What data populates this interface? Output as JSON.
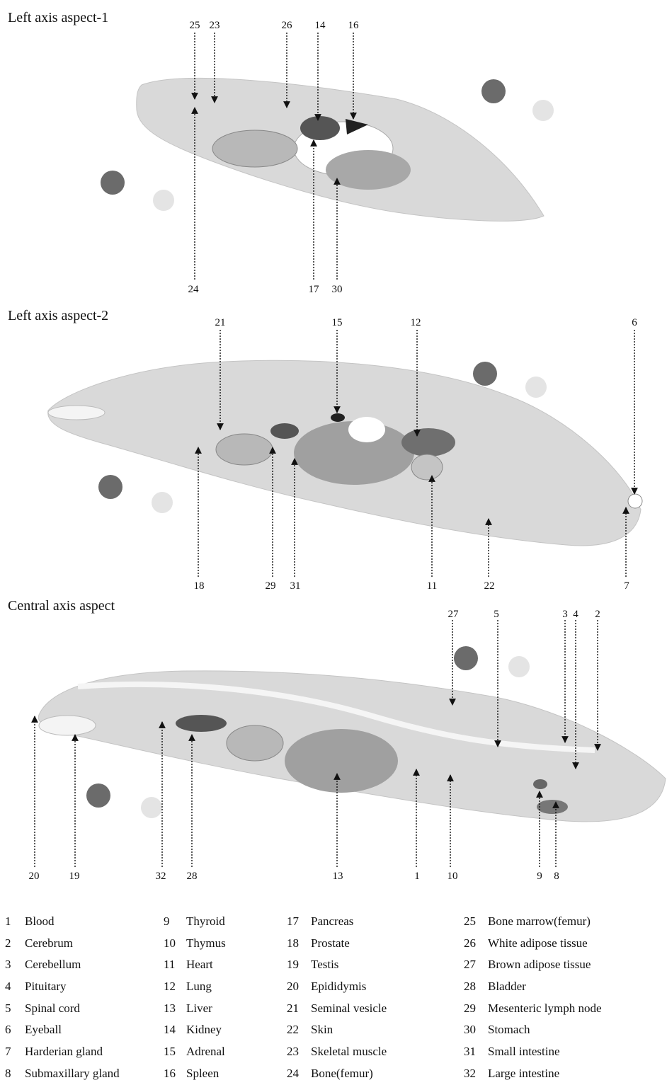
{
  "panels": [
    {
      "title": "Left axis aspect-1",
      "top_labels": [
        "25",
        "23",
        "26",
        "14",
        "16"
      ],
      "bottom_labels": [
        "24",
        "17",
        "30"
      ]
    },
    {
      "title": "Left axis aspect-2",
      "top_labels": [
        "21",
        "15",
        "12",
        "6"
      ],
      "bottom_labels": [
        "18",
        "29",
        "31",
        "11",
        "22",
        "7"
      ]
    },
    {
      "title": "Central axis aspect",
      "top_labels": [
        "27",
        "5",
        "3",
        "4",
        "2"
      ],
      "bottom_labels": [
        "20",
        "19",
        "32",
        "28",
        "13",
        "1",
        "10",
        "9",
        "8"
      ]
    }
  ],
  "legend": [
    [
      {
        "num": "1",
        "name": "Blood"
      },
      {
        "num": "2",
        "name": "Cerebrum"
      },
      {
        "num": "3",
        "name": "Cerebellum"
      },
      {
        "num": "4",
        "name": "Pituitary"
      },
      {
        "num": "5",
        "name": "Spinal cord"
      },
      {
        "num": "6",
        "name": "Eyeball"
      },
      {
        "num": "7",
        "name": "Harderian gland"
      },
      {
        "num": "8",
        "name": "Submaxillary gland"
      }
    ],
    [
      {
        "num": "9",
        "name": "Thyroid"
      },
      {
        "num": "10",
        "name": "Thymus"
      },
      {
        "num": "11",
        "name": "Heart"
      },
      {
        "num": "12",
        "name": "Lung"
      },
      {
        "num": "13",
        "name": "Liver"
      },
      {
        "num": "14",
        "name": "Kidney"
      },
      {
        "num": "15",
        "name": "Adrenal"
      },
      {
        "num": "16",
        "name": "Spleen"
      }
    ],
    [
      {
        "num": "17",
        "name": "Pancreas"
      },
      {
        "num": "18",
        "name": "Prostate"
      },
      {
        "num": "19",
        "name": "Testis"
      },
      {
        "num": "20",
        "name": "Epididymis"
      },
      {
        "num": "21",
        "name": "Seminal vesicle"
      },
      {
        "num": "22",
        "name": "Skin"
      },
      {
        "num": "23",
        "name": "Skeletal muscle"
      },
      {
        "num": "24",
        "name": "Bone(femur)"
      }
    ],
    [
      {
        "num": "25",
        "name": "Bone marrow(femur)"
      },
      {
        "num": "26",
        "name": "White adipose tissue"
      },
      {
        "num": "27",
        "name": "Brown adipose tissue"
      },
      {
        "num": "28",
        "name": "Bladder"
      },
      {
        "num": "29",
        "name": "Mesenteric lymph node"
      },
      {
        "num": "30",
        "name": "Stomach"
      },
      {
        "num": "31",
        "name": "Small intestine"
      },
      {
        "num": "32",
        "name": "Large intestine"
      }
    ]
  ],
  "colors": {
    "section_fill": "#d9d9d9",
    "organ_dark": "#555555",
    "organ_mid": "#9a9a9a",
    "marker_dark": "#6b6b6b",
    "marker_light": "#e4e4e4",
    "arrow": "#111111"
  }
}
